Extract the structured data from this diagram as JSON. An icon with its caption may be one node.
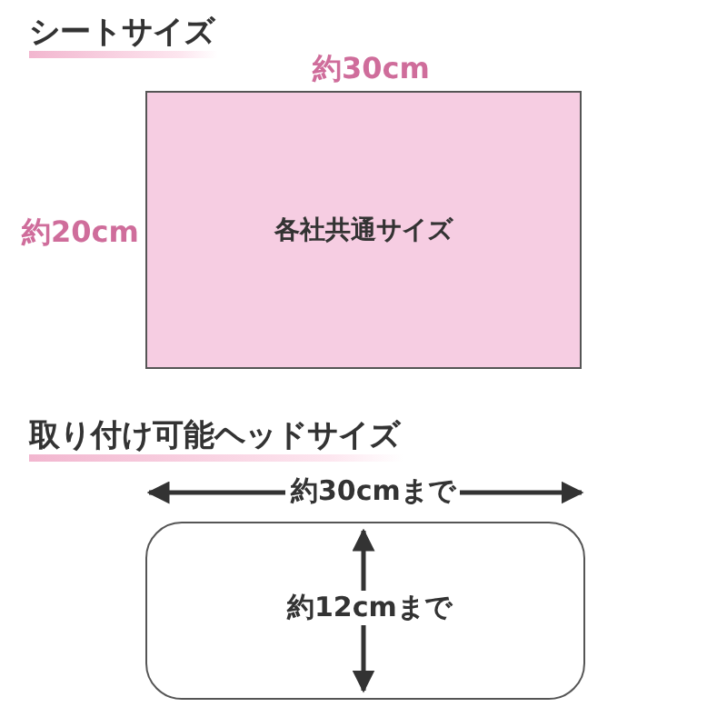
{
  "diagram": {
    "nodes": [
      {
        "text": [
          "各社共通サイズ"
        ]
      },
      {
        "text": [],
        "shape": "box"
      }
    ],
    "labels": [
      "シートサイズ",
      "約30cm",
      "約20cm",
      "取り付け可能ヘッドサイズ",
      "約30cmまで",
      "約12cmまで"
    ]
  }
}
